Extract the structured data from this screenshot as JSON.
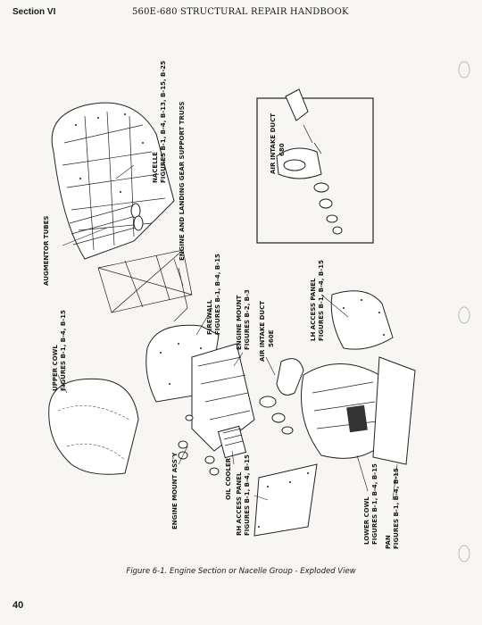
{
  "header": {
    "section": "Section VI",
    "title": "560E-680 STRUCTURAL REPAIR HANDBOOK"
  },
  "figure": {
    "caption": "Figure 6-1.  Engine Section or Nacelle Group - Exploded View",
    "callouts": {
      "nacelle": [
        "NACELLE",
        "FIGURES B-1, B-4, B-13, B-15, B-25"
      ],
      "engine_truss": [
        "ENGINE AND LANDING GEAR SUPPORT TRUSS"
      ],
      "augmentor": [
        "AUGMENTOR TUBES"
      ],
      "firewall": [
        "FIREWALL",
        "FIGURES B-1, B-4, B-15"
      ],
      "upper_cowl": [
        "UPPER COWL",
        "FIGURES B-1, B-4, B-15"
      ],
      "engine_mount": [
        "ENGINE MOUNT",
        "FIGURES B-2, B-3"
      ],
      "air_intake_560e": [
        "AIR INTAKE DUCT",
        "560E"
      ],
      "lh_access": [
        "LH ACCESS PANEL",
        "FIGURES B-1, B-4, B-15"
      ],
      "air_intake_680": [
        "AIR INTAKE DUCT",
        "680"
      ],
      "engine_mount_assy": [
        "ENGINE MOUNT ASS'Y"
      ],
      "oil_cooler": [
        "OIL COOLER"
      ],
      "rh_access": [
        "RH ACCESS PANEL",
        "FIGURES B-1, B-4, B-15"
      ],
      "lower_cowl": [
        "LOWER COWL",
        "FIGURES B-1, B-4, B-15"
      ],
      "pan": [
        "PAN",
        "FIGURES B-1, B-4, B-15"
      ]
    }
  },
  "page_number": "40"
}
